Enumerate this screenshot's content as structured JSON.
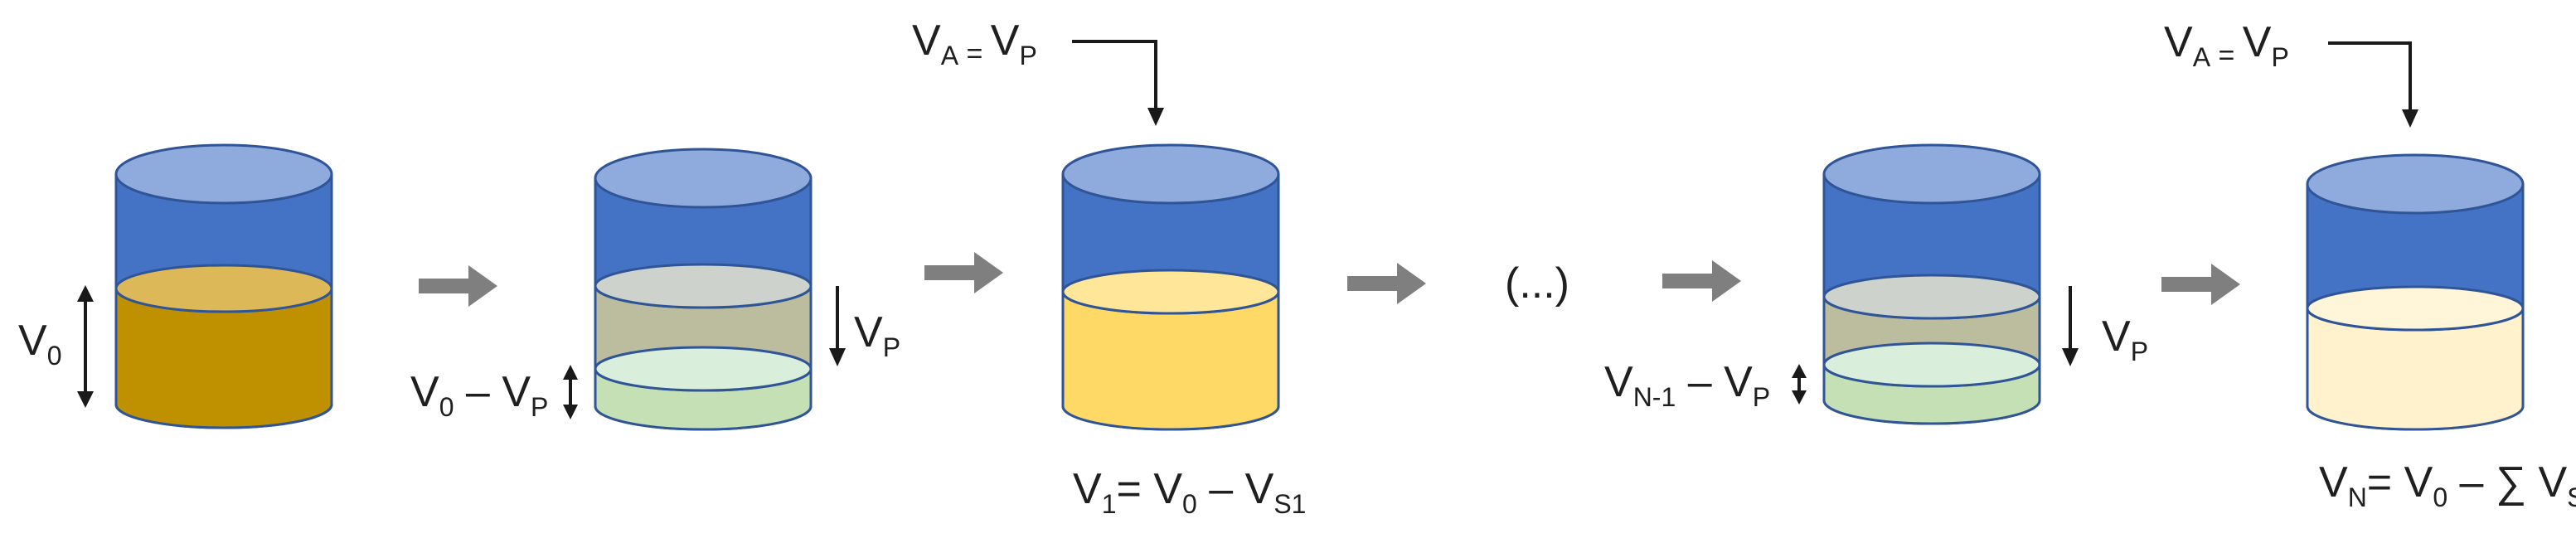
{
  "colors": {
    "cyl_blue": "#4472c4",
    "cyl_top": "#8faadc",
    "cyl_outline": "#2f5597",
    "liquid_initial": "#bf9000",
    "liquid_initial_top": "#ddb858",
    "sample_gray": "#bcbc9e",
    "sample_gray_top": "#cdd3cc",
    "remaining_green": "#c5e0b4",
    "remaining_green_top": "#d9eedb",
    "liquid_v1": "#ffd966",
    "liquid_v1_top": "#ffe699",
    "liquid_vn": "#fff2cc",
    "liquid_vn_top": "#fff5d9",
    "arrow_gray": "#7f7f7f",
    "line_black": "#1a1a1a"
  },
  "labels": {
    "v0": {
      "main": "V",
      "sub": "0"
    },
    "v0_minus_vp": {
      "a": "V",
      "a_sub": "0",
      "op": " – ",
      "b": "V",
      "b_sub": "P"
    },
    "vp_1": {
      "main": "V",
      "sub": "P"
    },
    "va_eq_vp_1": {
      "a": "V",
      "a_sub": "A",
      "eq": " = ",
      "b": "V",
      "b_sub": "P"
    },
    "v1": {
      "a": "V",
      "a_sub": "1",
      "eq": "= ",
      "b": "V",
      "b_sub": "0",
      "op": " – ",
      "c": "V",
      "c_sub": "S1"
    },
    "ellipsis": "(...)",
    "vn1_minus_vp": {
      "a": "V",
      "a_sub": "N-1",
      "op": " – ",
      "b": "V",
      "b_sub": "P"
    },
    "vp_2": {
      "main": "V",
      "sub": "P"
    },
    "va_eq_vp_2": {
      "a": "V",
      "a_sub": "A",
      "eq": " = ",
      "b": "V",
      "b_sub": "P"
    },
    "vn": {
      "a": "V",
      "a_sub": "N",
      "eq": "= ",
      "b": "V",
      "b_sub": "0",
      "op": " – ",
      "sum": "∑ ",
      "c": "V",
      "c_sub": "S"
    }
  }
}
